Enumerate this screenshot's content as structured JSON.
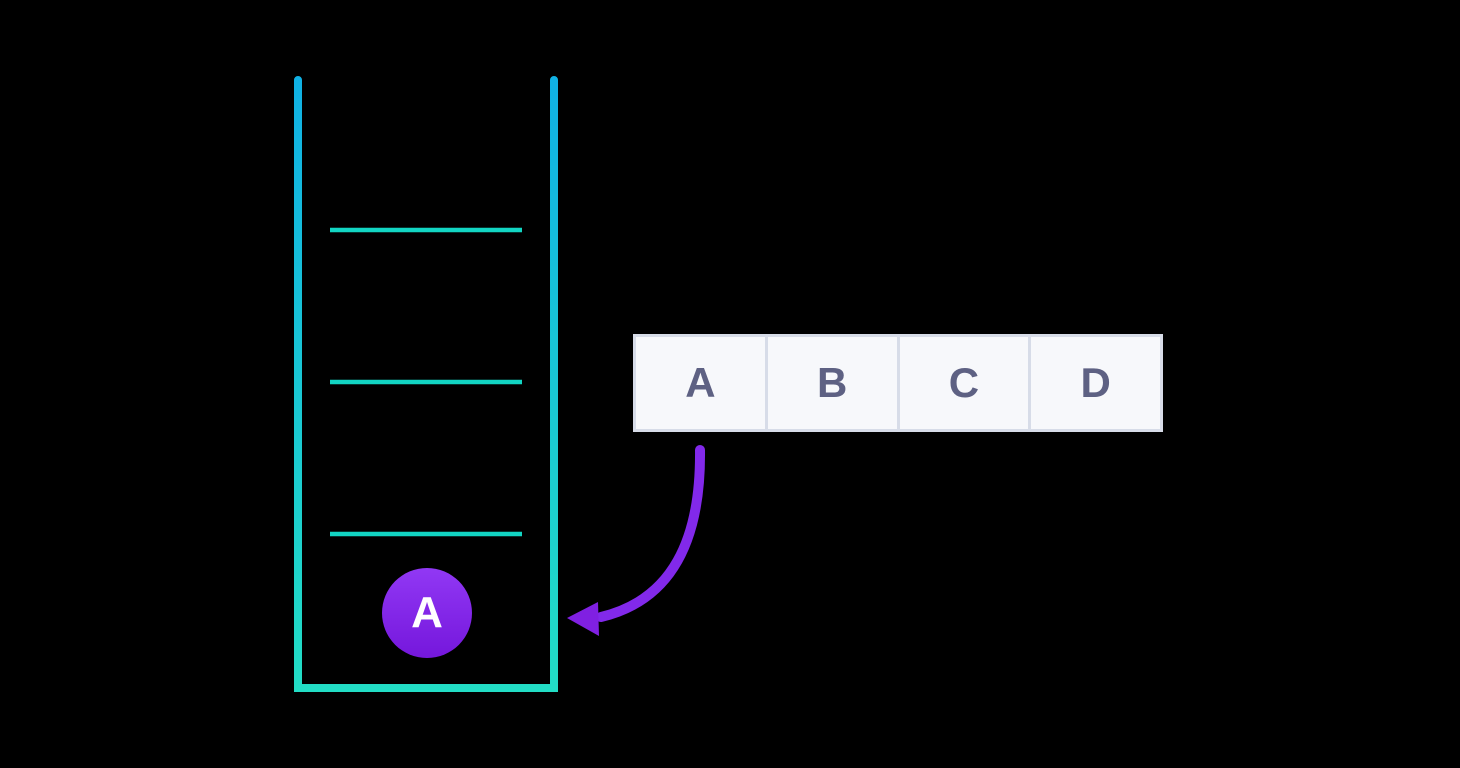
{
  "colors": {
    "background": "#000000",
    "stack_wall_top": "#10b1e4",
    "stack_wall_bottom": "#22ddc5",
    "stack_divider": "#12d5c3",
    "cell_bg": "#f7f8fb",
    "cell_border": "#d7dce8",
    "cell_text": "#5e6183",
    "chip_top": "#9138f4",
    "chip_bottom": "#7517dc",
    "chip_text": "#ffffff",
    "arrow": "#8229ea",
    "arrow_head": "#8020e2"
  },
  "stack": {
    "slot_count": 4,
    "element": {
      "label": "A"
    }
  },
  "array": {
    "cells": [
      {
        "label": "A"
      },
      {
        "label": "B"
      },
      {
        "label": "C"
      },
      {
        "label": "D"
      }
    ]
  }
}
